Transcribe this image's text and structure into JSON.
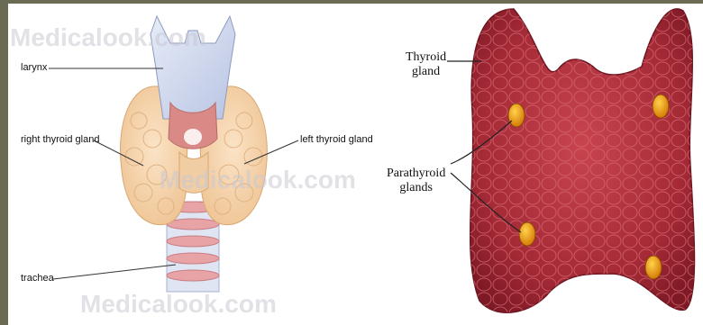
{
  "left_diagram": {
    "watermark_top": "Medicalook.com",
    "watermark_mid": "Medicalook.com",
    "watermark_bottom": "Medicalook.com",
    "labels": {
      "larynx": "larynx",
      "right_thyroid": "right thyroid gland",
      "left_thyroid": "left thyroid gland",
      "trachea": "trachea"
    }
  },
  "right_diagram": {
    "labels": {
      "thyroid_line1": "Thyroid",
      "thyroid_line2": "gland",
      "parathyroid_line1": "Parathyroid",
      "parathyroid_line2": "glands"
    }
  }
}
